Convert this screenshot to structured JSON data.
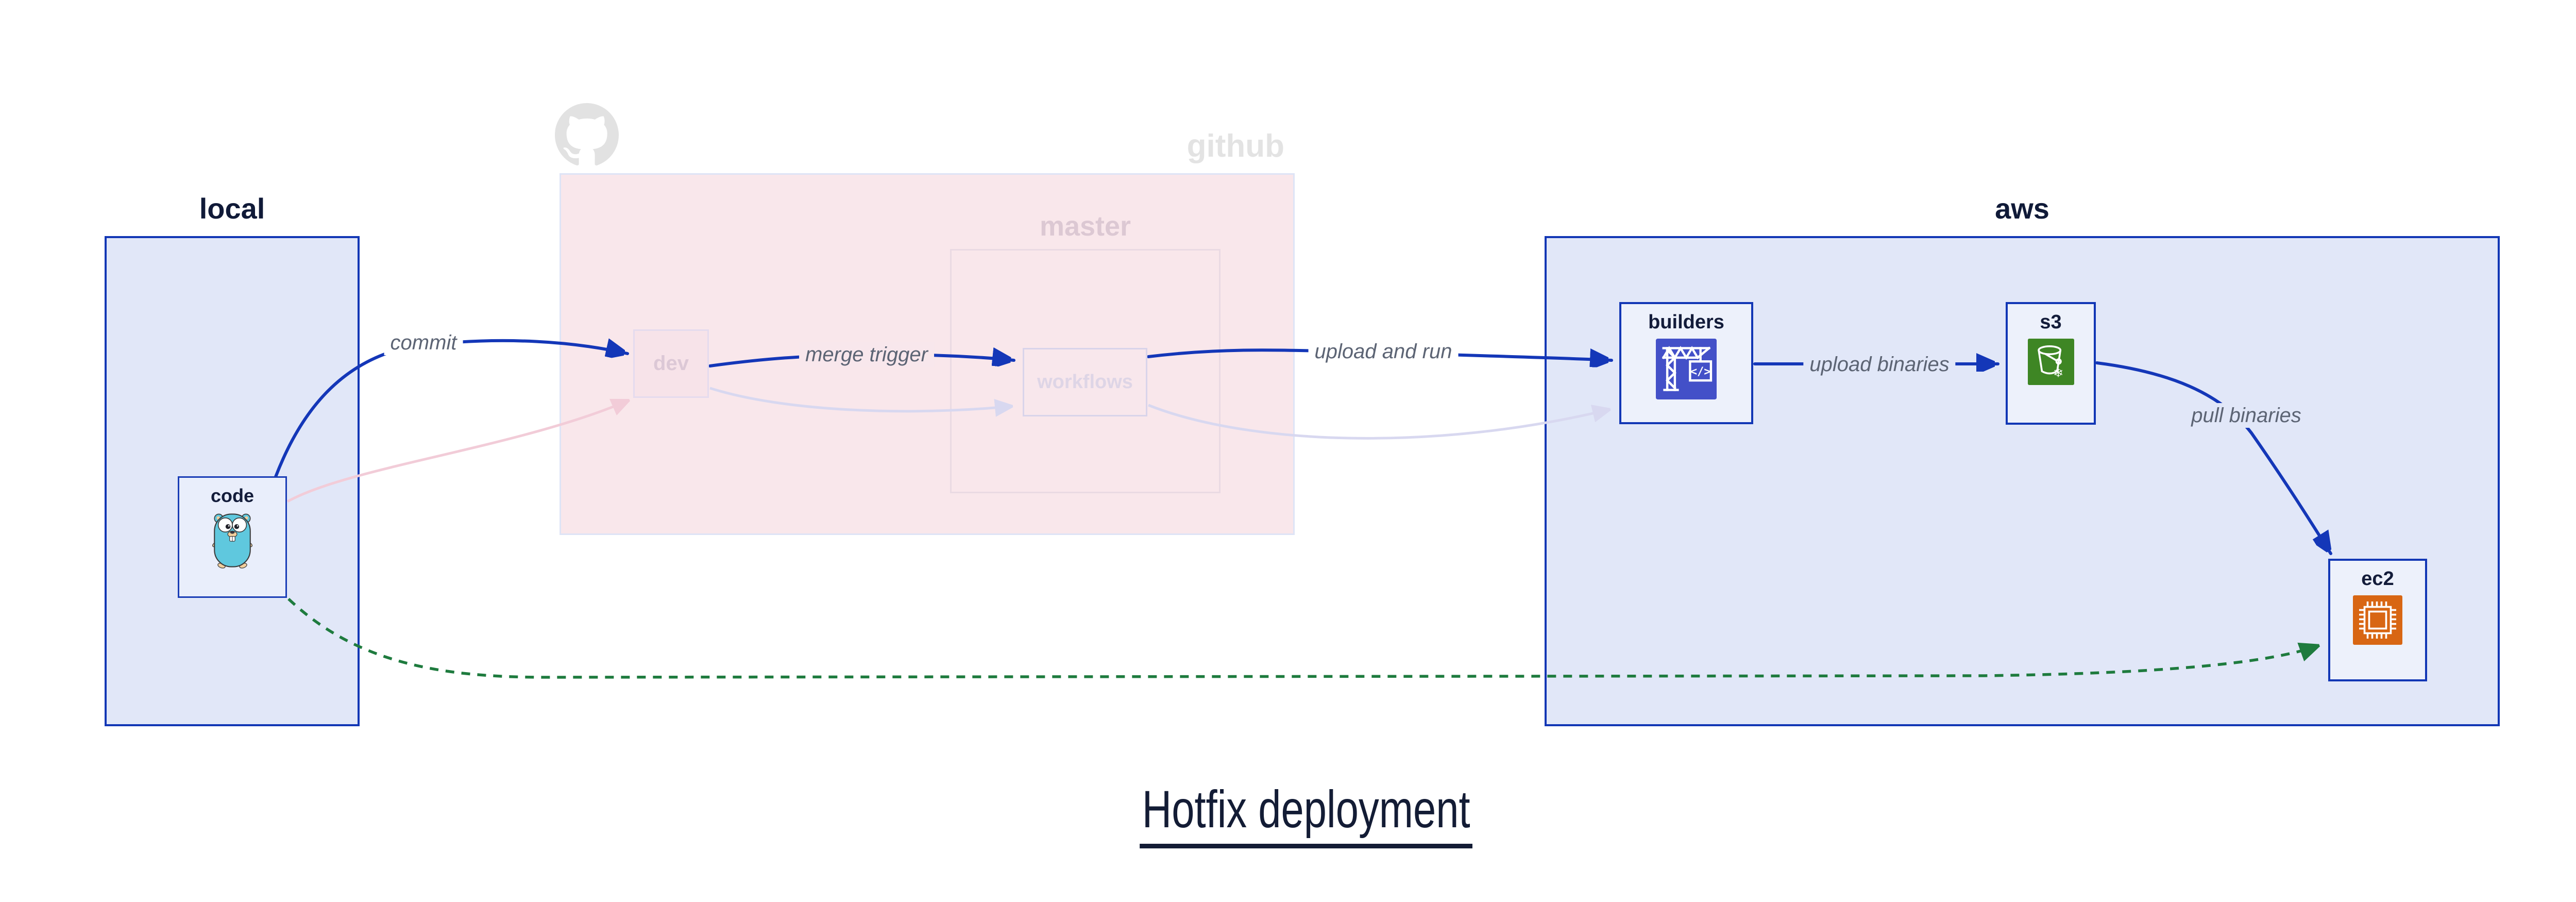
{
  "diagram_title": "Hotfix deployment",
  "containers": {
    "local": {
      "label": "local"
    },
    "github": {
      "label": "github",
      "master": {
        "label": "master"
      }
    },
    "aws": {
      "label": "aws"
    }
  },
  "nodes": {
    "code": {
      "label": "code",
      "icon": "go-gopher-icon"
    },
    "dev": {
      "label": "dev"
    },
    "workflows": {
      "label": "workflows"
    },
    "builders": {
      "label": "builders",
      "icon": "codebuild-crane-icon",
      "icon_bg": "#4350c8",
      "code_glyph": "</>"
    },
    "s3": {
      "label": "s3",
      "icon": "s3-bucket-snowflake-icon",
      "icon_bg": "#3e8624",
      "snowflake_glyph": "❄"
    },
    "ec2": {
      "label": "ec2",
      "icon": "ec2-chip-icon",
      "icon_bg": "#d86613"
    }
  },
  "edges": [
    {
      "label": "commit",
      "from": "code",
      "to": "dev",
      "style": "solid",
      "color": "#1437b8"
    },
    {
      "label": "merge trigger",
      "from": "dev",
      "to": "workflows",
      "style": "solid",
      "color": "#1437b8"
    },
    {
      "label": "upload and run",
      "from": "workflows",
      "to": "builders",
      "style": "solid",
      "color": "#1437b8"
    },
    {
      "label": "upload binaries",
      "from": "builders",
      "to": "s3",
      "style": "solid",
      "color": "#1437b8"
    },
    {
      "label": "pull binaries",
      "from": "s3",
      "to": "ec2",
      "style": "solid",
      "color": "#1437b8"
    },
    {
      "label": "",
      "from": "code",
      "to": "ec2",
      "style": "dashed",
      "color": "#1e7b3e"
    },
    {
      "label": "",
      "from": "code",
      "to": "dev",
      "style": "faded",
      "color": "#f2ccd8"
    },
    {
      "label": "",
      "from": "dev",
      "to": "workflows",
      "style": "faded",
      "color": "#d8d8f0"
    },
    {
      "label": "",
      "from": "workflows",
      "to": "builders",
      "style": "faded",
      "color": "#d8d8f0"
    }
  ],
  "colors": {
    "canvas": "#ffffff",
    "container_fill": "#e1e7f8",
    "container_border": "#1237b5",
    "github_fill": "#f9e7eb",
    "github_border": "#dee4f6",
    "github_text": "#e3e3e3",
    "master_text": "#dcc8d3",
    "edge_blue": "#1437b8",
    "edge_green": "#1e7b3e",
    "edge_faded_pink": "#f2ccd8",
    "edge_faded_lavender": "#d8d8f0",
    "edge_label_text": "#5c6474",
    "title_text": "#131c35"
  }
}
